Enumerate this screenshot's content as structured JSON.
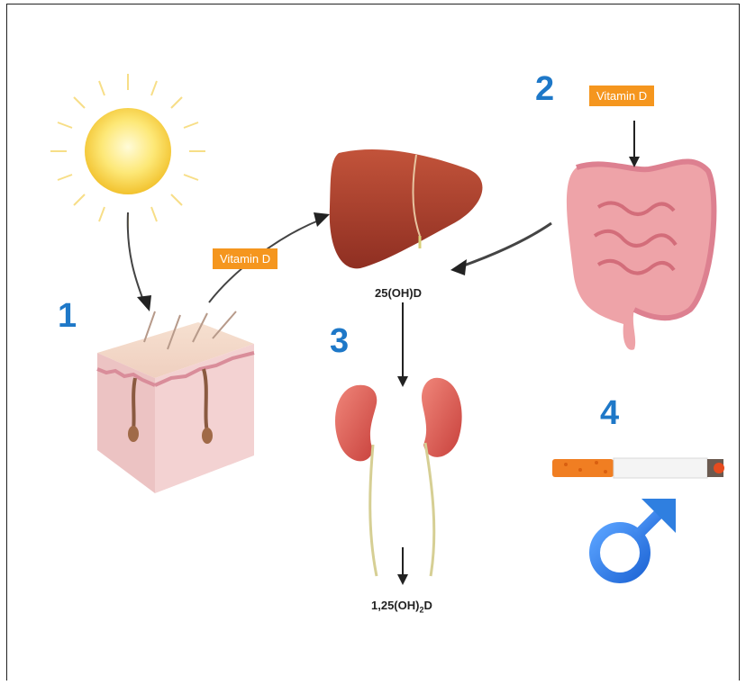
{
  "steps": {
    "one": "1",
    "two": "2",
    "three": "3",
    "four": "4"
  },
  "tags": {
    "skin_vitamin": "Vitamin D",
    "gut_vitamin": "Vitamin D"
  },
  "labels": {
    "liver_metabolite": "25(OH)D",
    "kidney_metabolite_main": "1,25(OH)",
    "kidney_metabolite_sub": "2",
    "kidney_metabolite_tail": "D"
  },
  "icons": [
    "sun-icon",
    "skin-icon",
    "liver-icon",
    "intestine-icon",
    "kidneys-icon",
    "cigarette-icon",
    "male-symbol-icon"
  ],
  "colors": {
    "step_number": "#1e78c8",
    "tag_bg": "#f5961e",
    "male_symbol": "#2f7fe0"
  }
}
